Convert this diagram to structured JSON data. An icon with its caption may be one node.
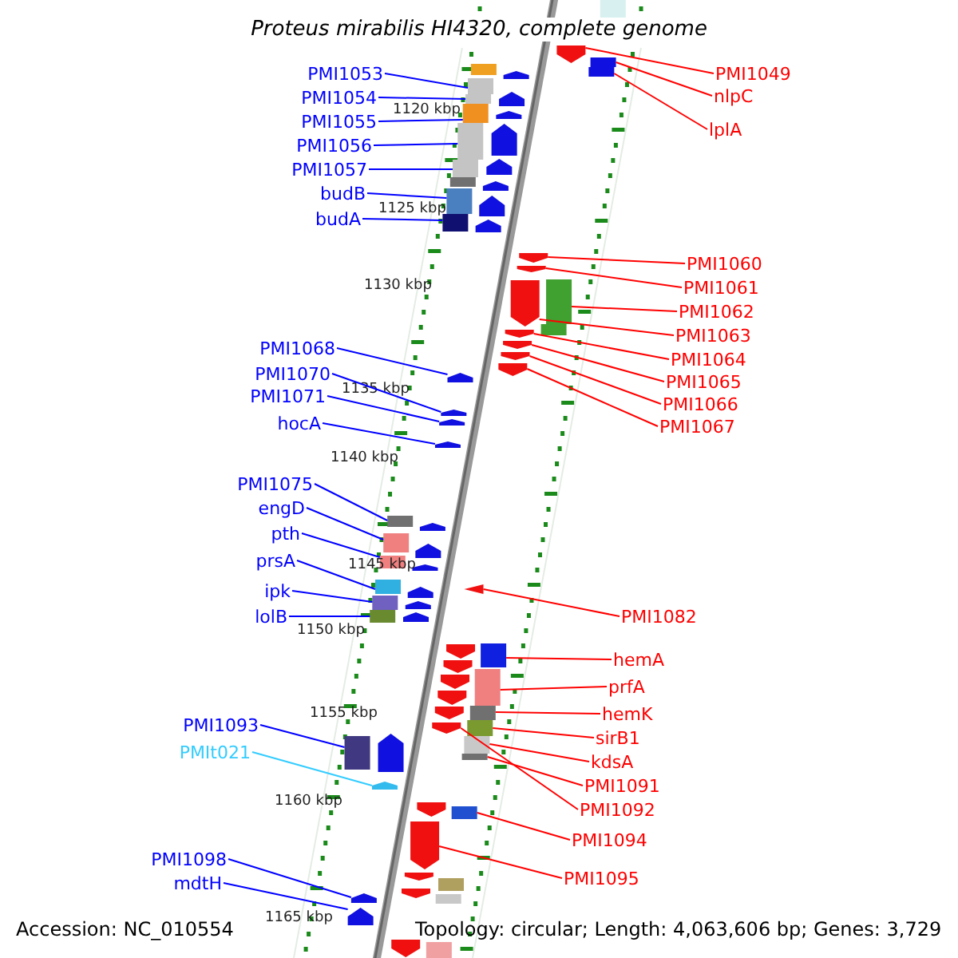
{
  "diagram": {
    "title": "Proteus mirabilis HI4320, complete genome",
    "nodes": [
      {
        "text": [
          "PMI1053"
        ]
      },
      {
        "text": [
          "PMI1054"
        ]
      },
      {
        "text": [
          "PMI1055"
        ]
      },
      {
        "text": [
          "PMI1056"
        ]
      },
      {
        "text": [
          "PMI1057"
        ]
      },
      {
        "text": [
          "budB"
        ]
      },
      {
        "text": [
          "budA"
        ]
      },
      {
        "text": [
          "PMI1068"
        ]
      },
      {
        "text": [
          "PMI1070"
        ]
      },
      {
        "text": [
          "PMI1071"
        ]
      },
      {
        "text": [
          "hocA"
        ]
      },
      {
        "text": [
          "PMI1075"
        ]
      },
      {
        "text": [
          "engD"
        ]
      },
      {
        "text": [
          "pth"
        ]
      },
      {
        "text": [
          "prsA"
        ]
      },
      {
        "text": [
          "ipk"
        ]
      },
      {
        "text": [
          "lolB"
        ]
      },
      {
        "text": [
          "PMI1093"
        ]
      },
      {
        "text": [
          "PMIt021"
        ]
      },
      {
        "text": [
          "PMI1098"
        ]
      },
      {
        "text": [
          "mdtH"
        ]
      },
      {
        "text": [
          "PMI1049"
        ]
      },
      {
        "text": [
          "nlpC"
        ]
      },
      {
        "text": [
          "lplA"
        ]
      },
      {
        "text": [
          "PMI1060"
        ]
      },
      {
        "text": [
          "PMI1061"
        ]
      },
      {
        "text": [
          "PMI1062"
        ]
      },
      {
        "text": [
          "PMI1063"
        ]
      },
      {
        "text": [
          "PMI1064"
        ]
      },
      {
        "text": [
          "PMI1065"
        ]
      },
      {
        "text": [
          "PMI1066"
        ]
      },
      {
        "text": [
          "PMI1067"
        ]
      },
      {
        "text": [
          "PMI1082"
        ]
      },
      {
        "text": [
          "hemA"
        ]
      },
      {
        "text": [
          "prfA"
        ]
      },
      {
        "text": [
          "hemK"
        ]
      },
      {
        "text": [
          "sirB1"
        ]
      },
      {
        "text": [
          "kdsA"
        ]
      },
      {
        "text": [
          "PMI1091"
        ]
      },
      {
        "text": [
          "PMI1092"
        ]
      },
      {
        "text": [
          "PMI1094"
        ]
      },
      {
        "text": [
          "PMI1095"
        ]
      },
      {
        "text": [],
        "shape": "box"
      },
      {
        "text": [],
        "shape": "box"
      },
      {
        "text": [],
        "shape": "box"
      },
      {
        "text": [],
        "shape": "box"
      },
      {
        "text": [],
        "shape": "box"
      },
      {
        "text": [],
        "shape": "box"
      },
      {
        "text": [],
        "shape": "box"
      },
      {
        "text": [],
        "shape": "pentagon"
      },
      {
        "text": [],
        "shape": "pentagon"
      },
      {
        "text": [],
        "shape": "pentagon"
      },
      {
        "text": [],
        "shape": "pentagon"
      },
      {
        "text": [],
        "shape": "box"
      },
      {
        "text": [],
        "shape": "box"
      },
      {
        "text": [],
        "shape": "box"
      },
      {
        "text": [],
        "shape": "box"
      },
      {
        "text": [],
        "shape": "box"
      },
      {
        "text": [],
        "shape": "box"
      },
      {
        "text": [],
        "shape": "box"
      },
      {
        "text": [],
        "shape": "pentagon"
      },
      {
        "text": [],
        "shape": "pentagon"
      },
      {
        "text": [],
        "shape": "pentagon"
      },
      {
        "text": [],
        "shape": "pentagon"
      },
      {
        "text": [],
        "shape": "box"
      },
      {
        "text": [],
        "shape": "box"
      },
      {
        "text": [],
        "shape": "pentagon"
      },
      {
        "text": [],
        "shape": "pentagon"
      },
      {
        "text": [],
        "shape": "box"
      },
      {
        "text": [],
        "shape": "pentagon"
      },
      {
        "text": [],
        "shape": "pentagon"
      },
      {
        "text": [],
        "shape": "pentagon"
      },
      {
        "text": [],
        "shape": "pentagon"
      },
      {
        "text": [],
        "shape": "pentagon"
      },
      {
        "text": [],
        "shape": "triangle"
      },
      {
        "text": [],
        "shape": "box"
      },
      {
        "text": [],
        "shape": "box"
      },
      {
        "text": [],
        "shape": "box"
      },
      {
        "text": [],
        "shape": "box"
      },
      {
        "text": [],
        "shape": "box"
      },
      {
        "text": [],
        "shape": "box"
      },
      {
        "text": [],
        "shape": "pentagon"
      },
      {
        "text": [],
        "shape": "box"
      },
      {
        "text": [],
        "shape": "pentagon"
      },
      {
        "text": [],
        "shape": "box"
      },
      {
        "text": [],
        "shape": "box"
      },
      {
        "text": [],
        "shape": "pentagon"
      },
      {
        "text": [],
        "shape": "pentagon"
      },
      {
        "text": [],
        "shape": "pentagon"
      },
      {
        "text": [],
        "shape": "pentagon"
      },
      {
        "text": [],
        "shape": "pentagon"
      },
      {
        "text": [],
        "shape": "pentagon"
      },
      {
        "text": [],
        "shape": "pentagon"
      },
      {
        "text": [],
        "shape": "pentagon"
      },
      {
        "text": [],
        "shape": "pentagon"
      },
      {
        "text": [],
        "shape": "pentagon"
      },
      {
        "text": [],
        "shape": "pentagon"
      },
      {
        "text": [],
        "shape": "pentagon"
      },
      {
        "text": [],
        "shape": "pentagon"
      },
      {
        "text": [],
        "shape": "pentagon"
      },
      {
        "text": [],
        "shape": "pentagon"
      },
      {
        "text": [],
        "shape": "pentagon"
      },
      {
        "text": [],
        "shape": "pentagon"
      },
      {
        "text": [],
        "shape": "pentagon"
      },
      {
        "text": [],
        "shape": "pentagon"
      },
      {
        "text": [],
        "shape": "pentagon"
      },
      {
        "text": [],
        "shape": "pentagon"
      },
      {
        "text": [],
        "shape": "pentagon"
      },
      {
        "text": [],
        "shape": "pentagon"
      },
      {
        "text": [],
        "shape": "pentagon"
      },
      {
        "text": [],
        "shape": "box"
      },
      {
        "text": [],
        "shape": "box"
      },
      {
        "text": [],
        "shape": "box"
      },
      {
        "text": [],
        "shape": "box"
      },
      {
        "text": [],
        "shape": "box"
      }
    ],
    "edges": [
      {
        "from": 0,
        "to": 42,
        "arrow": "none",
        "color": "#0000ff"
      },
      {
        "from": 1,
        "to": 43,
        "arrow": "none",
        "color": "#0000ff"
      },
      {
        "from": 2,
        "to": 44,
        "arrow": "none",
        "color": "#0000ff"
      },
      {
        "from": 3,
        "to": 45,
        "arrow": "none",
        "color": "#0000ff"
      },
      {
        "from": 4,
        "to": 46,
        "arrow": "none",
        "color": "#0000ff"
      },
      {
        "from": 5,
        "to": 47,
        "arrow": "none",
        "color": "#0000ff"
      },
      {
        "from": 6,
        "to": 48,
        "arrow": "none",
        "color": "#0000ff"
      },
      {
        "from": 7,
        "to": 49,
        "arrow": "none",
        "color": "#0000ff"
      },
      {
        "from": 8,
        "to": 50,
        "arrow": "none",
        "color": "#0000ff"
      },
      {
        "from": 9,
        "to": 51,
        "arrow": "none",
        "color": "#0000ff"
      },
      {
        "from": 10,
        "to": 52,
        "arrow": "none",
        "color": "#0000ff"
      },
      {
        "from": 11,
        "to": 53,
        "arrow": "none",
        "color": "#0000ff"
      },
      {
        "from": 12,
        "to": 54,
        "arrow": "none",
        "color": "#0000ff"
      },
      {
        "from": 13,
        "to": 55,
        "arrow": "none",
        "color": "#0000ff"
      },
      {
        "from": 14,
        "to": 56,
        "arrow": "none",
        "color": "#0000ff"
      },
      {
        "from": 15,
        "to": 57,
        "arrow": "none",
        "color": "#0000ff"
      },
      {
        "from": 16,
        "to": 58,
        "arrow": "none",
        "color": "#0000ff"
      },
      {
        "from": 17,
        "to": 59,
        "arrow": "none",
        "color": "#0000ff"
      },
      {
        "from": 18,
        "to": 60,
        "arrow": "none",
        "color": "#33ccff"
      },
      {
        "from": 19,
        "to": 61,
        "arrow": "none",
        "color": "#0000ff"
      },
      {
        "from": 20,
        "to": 62,
        "arrow": "none",
        "color": "#0000ff"
      },
      {
        "from": 21,
        "to": 63,
        "arrow": "none"
      },
      {
        "from": 22,
        "to": 64,
        "arrow": "none"
      },
      {
        "from": 23,
        "to": 65,
        "arrow": "none"
      },
      {
        "from": 24,
        "to": 66,
        "arrow": "none"
      },
      {
        "from": 25,
        "to": 67,
        "arrow": "none"
      },
      {
        "from": 26,
        "to": 68,
        "arrow": "none"
      },
      {
        "from": 27,
        "to": 69,
        "arrow": "none"
      },
      {
        "from": 28,
        "to": 70,
        "arrow": "none"
      },
      {
        "from": 29,
        "to": 71,
        "arrow": "none"
      },
      {
        "from": 30,
        "to": 72,
        "arrow": "none"
      },
      {
        "from": 31,
        "to": 73,
        "arrow": "none"
      },
      {
        "from": 32,
        "to": 74,
        "arrow": "none"
      },
      {
        "from": 33,
        "to": 75,
        "arrow": "none"
      },
      {
        "from": 34,
        "to": 76,
        "arrow": "none"
      },
      {
        "from": 35,
        "to": 77,
        "arrow": "none"
      },
      {
        "from": 36,
        "to": 78,
        "arrow": "none"
      },
      {
        "from": 37,
        "to": 79,
        "arrow": "none"
      },
      {
        "from": 38,
        "to": 80,
        "arrow": "none"
      },
      {
        "from": 39,
        "to": 81,
        "arrow": "none"
      },
      {
        "from": 40,
        "to": 82,
        "arrow": "none"
      },
      {
        "from": 41,
        "to": 83,
        "arrow": "none"
      }
    ],
    "labels": [
      "1120 kbp",
      "1125 kbp",
      "1130 kbp",
      "1135 kbp",
      "1140 kbp",
      "1145 kbp",
      "1150 kbp",
      "1155 kbp",
      "1160 kbp",
      "1165 kbp",
      "Accession: NC_010554",
      "Topology: circular; Length: 4,063,606 bp; Genes: 3,729"
    ]
  }
}
